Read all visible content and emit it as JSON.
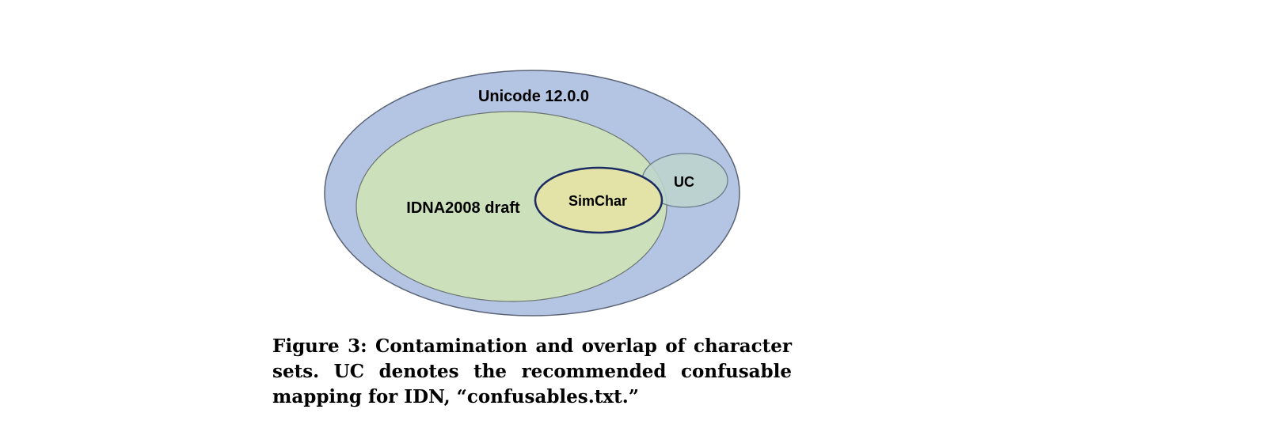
{
  "diagram": {
    "sets": {
      "unicode": {
        "label": "Unicode 12.0.0",
        "fill": "#b4c5e4",
        "stroke": "#5a6375"
      },
      "idna": {
        "label": "IDNA2008 draft",
        "fill": "#cbe0bb",
        "stroke": "#6b7370"
      },
      "uc": {
        "label": "UC",
        "fill": "#bdd4cd",
        "stroke": "#6a7d8e"
      },
      "simchar": {
        "label": "SimChar",
        "fill": "#e4e3a7",
        "stroke": "#1a2a63"
      }
    }
  },
  "caption": {
    "text": "Figure 3: Contamination and overlap of character sets. UC denotes the recommended confusable mapping for IDN, “confusables.txt.”"
  }
}
